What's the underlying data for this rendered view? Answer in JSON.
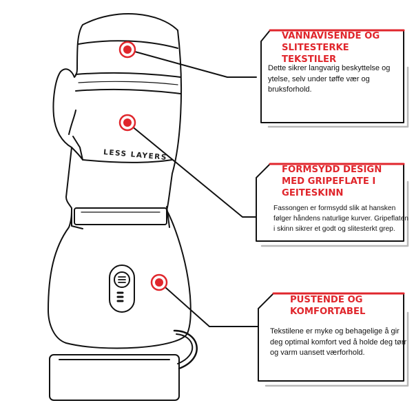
{
  "brand_text": "LESS LAYERS",
  "colors": {
    "accent": "#e0262c",
    "ink": "#111111",
    "shadow": "#b8b8b8"
  },
  "callouts": [
    {
      "title_line1": "VANNAVISENDE OG",
      "title_line2": "SLITESTERKE TEKSTILER",
      "body": "Dette sikrer langvarig beskyttelse og ytelse, selv under tøffe vær og bruksforhold."
    },
    {
      "title_line1": "FORMSYDD DESIGN",
      "title_line2": "MED GRIPEFLATE I",
      "title_line3": "GEITESKINN",
      "body": "Fassongen er formsydd slik at hansken følger håndens naturlige kurver. Gripeflaten i skinn sikrer et godt og slitesterkt grep."
    },
    {
      "title_line1": "PUSTENDE OG",
      "title_line2": "KOMFORTABEL",
      "body": "Tekstilene er myke og behagelige å gir deg optimal komfort ved å holde deg tørr og varm uansett værforhold."
    }
  ]
}
